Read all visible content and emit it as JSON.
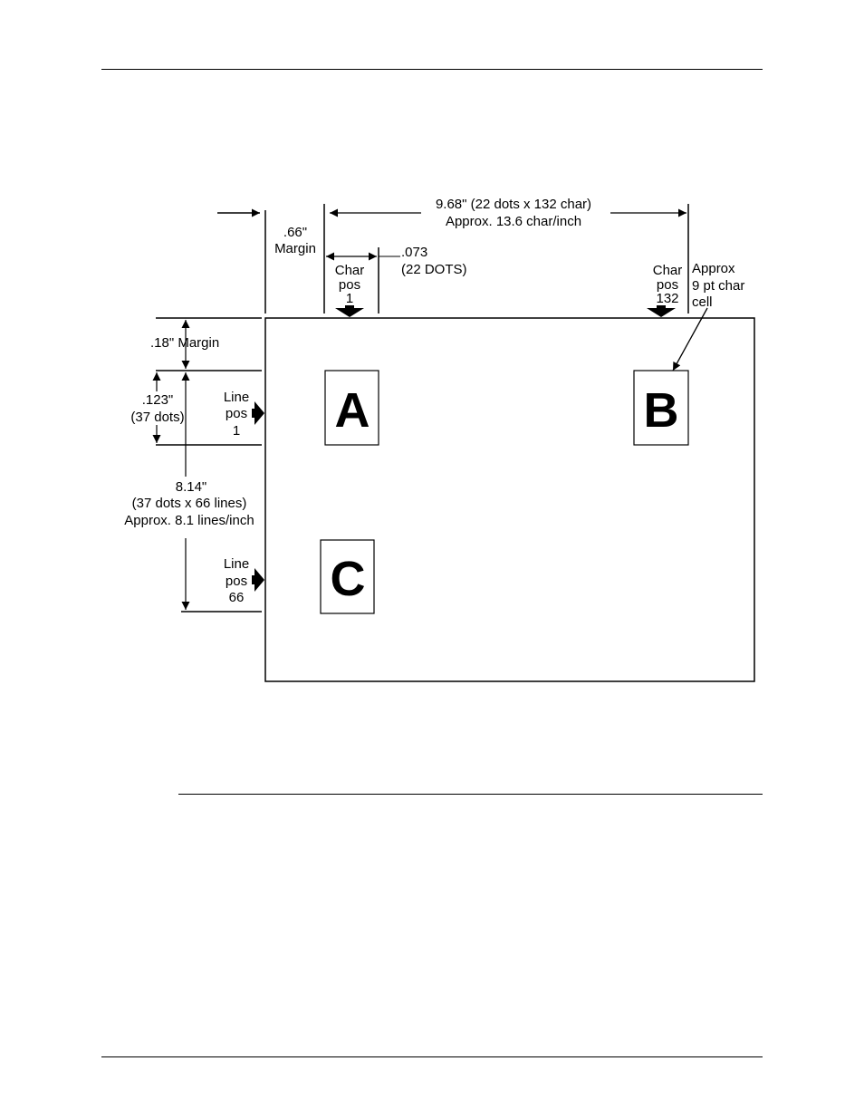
{
  "diagram": {
    "dimensions": {
      "width_line1": "9.68\" (22 dots x 132 char)",
      "width_line2": "Approx. 13.6 char/inch",
      "left_margin_line1": ".66\"",
      "left_margin_line2": "Margin",
      "char_width_line1": ".073",
      "char_width_line2": "(22 DOTS)",
      "top_margin": ".18\" Margin",
      "line_height_line1": ".123\"",
      "line_height_line2": "(37 dots)",
      "height_line1": "8.14\"",
      "height_line2": "(37 dots x 66 lines)",
      "height_line3": "Approx. 8.1 lines/inch"
    },
    "char_pos_1": [
      "Char",
      "pos",
      "1"
    ],
    "char_pos_132": [
      "Char",
      "pos",
      "132"
    ],
    "line_pos_1": [
      "Line",
      "pos",
      "1"
    ],
    "line_pos_66": [
      "Line",
      "pos",
      "66"
    ],
    "cell_note": [
      "Approx",
      "9 pt  char",
      "cell"
    ],
    "cells": {
      "a": "A",
      "b": "B",
      "c": "C"
    }
  }
}
